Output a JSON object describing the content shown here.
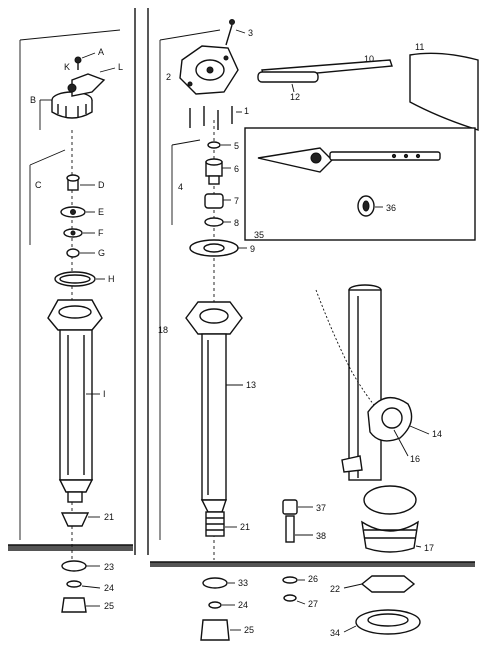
{
  "labels": {
    "A": "A",
    "B": "B",
    "C": "C",
    "D": "D",
    "E": "E",
    "F": "F",
    "G": "G",
    "H": "H",
    "I": "I",
    "K": "K",
    "L": "L",
    "n1": "1",
    "n2": "2",
    "n3": "3",
    "n4": "4",
    "n5": "5",
    "n6": "6",
    "n7": "7",
    "n8": "8",
    "n9": "9",
    "n10": "10",
    "n11": "11",
    "n12": "12",
    "n13": "13",
    "n14": "14",
    "n16": "16",
    "n17": "17",
    "n18": "18",
    "n21a": "21",
    "n21b": "21",
    "n22": "22",
    "n23": "23",
    "n24a": "24",
    "n24b": "24",
    "n25a": "25",
    "n25b": "25",
    "n26": "26",
    "n27": "27",
    "n33": "33",
    "n34": "34",
    "n35": "35",
    "n36": "36",
    "n37": "37",
    "n38": "38"
  }
}
